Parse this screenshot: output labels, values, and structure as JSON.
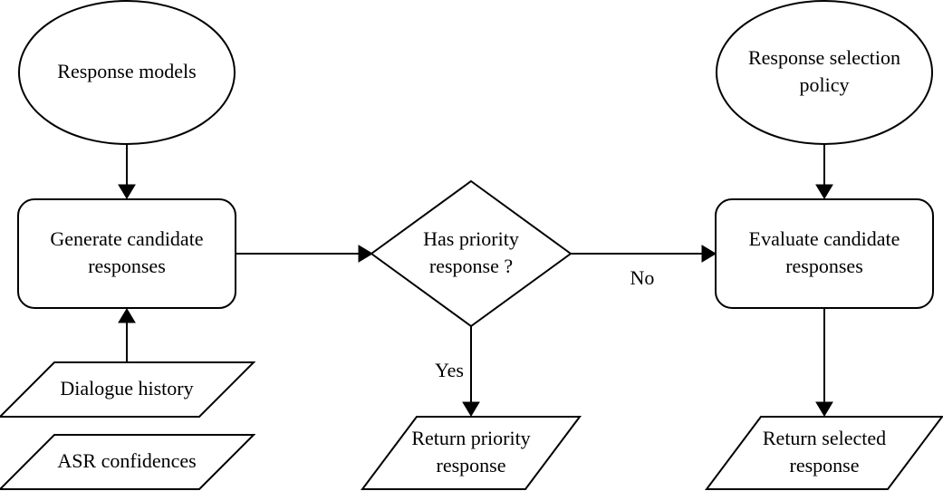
{
  "nodes": {
    "response_models": "Response models",
    "selection_policy_line1": "Response selection",
    "selection_policy_line2": "policy",
    "generate_line1": "Generate candidate",
    "generate_line2": "responses",
    "priority_check_line1": "Has priority",
    "priority_check_line2": "response ?",
    "evaluate_line1": "Evaluate candidate",
    "evaluate_line2": "responses",
    "dialogue_history": "Dialogue history",
    "asr_confidences": "ASR confidences",
    "return_priority_line1": "Return priority",
    "return_priority_line2": "response",
    "return_selected_line1": "Return selected",
    "return_selected_line2": "response"
  },
  "edges": {
    "no_label": "No",
    "yes_label": "Yes"
  },
  "colors": {
    "stroke": "#000000",
    "fill": "#ffffff",
    "text": "#000000"
  }
}
